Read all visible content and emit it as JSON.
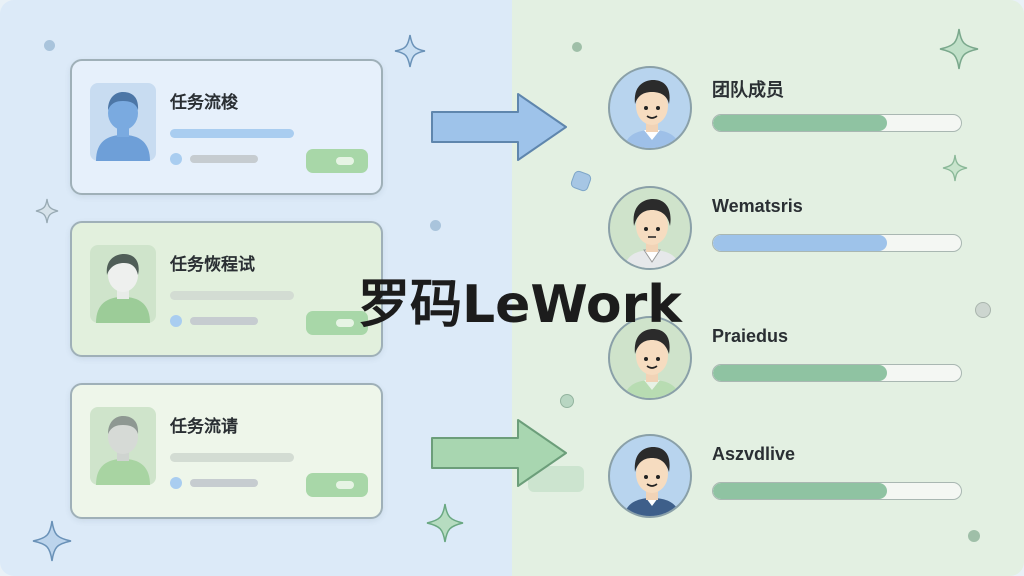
{
  "tasks": [
    {
      "title": "任务流梭"
    },
    {
      "title": "任务恢程试"
    },
    {
      "title": "任务流请"
    }
  ],
  "members": [
    {
      "name": "团队成员",
      "progress": 0.7
    },
    {
      "name": "Wematsris",
      "progress": 0.7
    },
    {
      "name": "Praiedus",
      "progress": 0.7
    },
    {
      "name": "Aszvdlive",
      "progress": 0.7
    }
  ],
  "watermark": "罗码LeWork",
  "colors": {
    "accent_green": "#8fc3a2",
    "accent_blue": "#9ec3ea",
    "bg_left": "#dceaf8",
    "bg_right": "#e3f0e2"
  }
}
